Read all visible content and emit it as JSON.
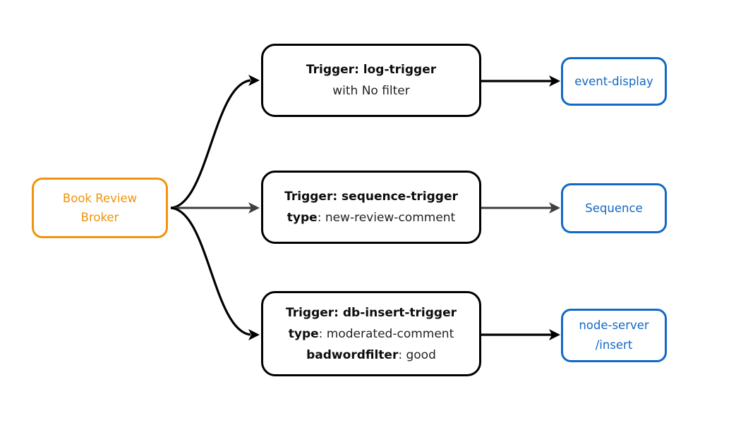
{
  "colors": {
    "orange": "#F0930E",
    "blue": "#1269C4",
    "black": "#000000",
    "gray_edge": "#3F3F3F"
  },
  "broker": {
    "label_line1": "Book Review",
    "label_line2": "Broker"
  },
  "triggers": [
    {
      "title": "Trigger: log-trigger",
      "lines": [
        {
          "key": "",
          "value": "with No filter"
        }
      ]
    },
    {
      "title": "Trigger: sequence-trigger",
      "lines": [
        {
          "key": "type",
          "value": ": new-review-comment"
        }
      ]
    },
    {
      "title": "Trigger: db-insert-trigger",
      "lines": [
        {
          "key": "type",
          "value": ": moderated-comment"
        },
        {
          "key": "badwordfilter",
          "value": ": good"
        }
      ]
    }
  ],
  "sinks": [
    {
      "label": "event-display",
      "label2": ""
    },
    {
      "label": "Sequence",
      "label2": ""
    },
    {
      "label": "node-server",
      "label2": "/insert"
    }
  ]
}
